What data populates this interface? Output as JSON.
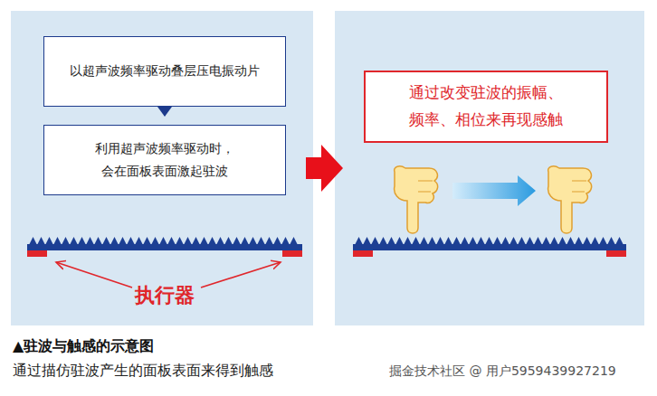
{
  "diagram": {
    "title": "▲驻波与触感的示意图",
    "caption": "通过描仿驻波产生的面板表面来得到触感",
    "nodes": [
      {
        "text": [
          "以超声波频率驱动叠层压电振动片"
        ]
      },
      {
        "text": [
          "利用超声波频率驱动时， 会在面板表面激起驻波"
        ]
      },
      {
        "text": [
          "通过改变驻波的振幅、 频率、相位来再现感触"
        ]
      }
    ],
    "edges": [
      {
        "from": 0,
        "to": 1,
        "arrow": "to"
      }
    ],
    "labels": [
      "执行器",
      "掘金技术社区 @ 用户5959439927219"
    ]
  }
}
